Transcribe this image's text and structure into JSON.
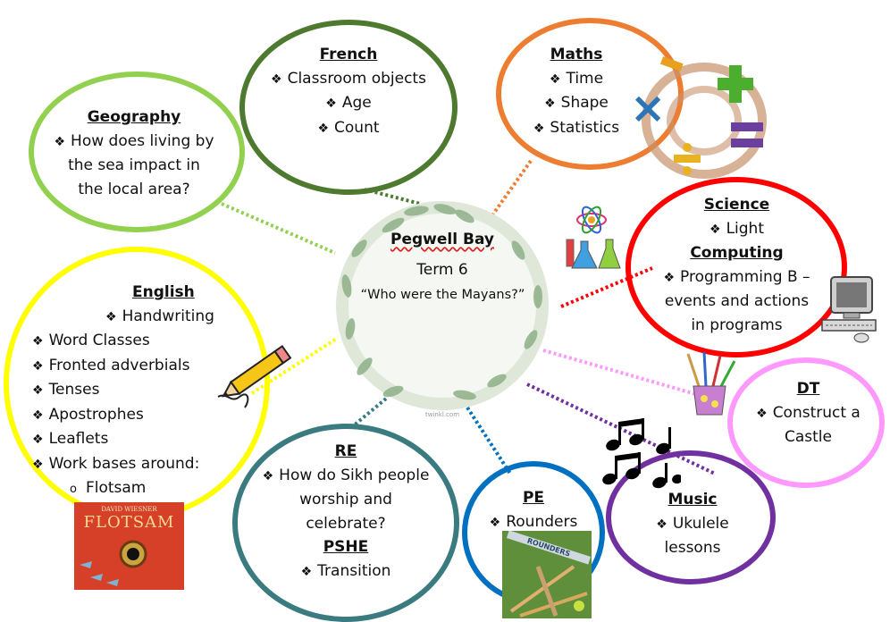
{
  "center": {
    "title": "Pegwell Bay",
    "term": "Term 6",
    "question": "“Who were the Mayans?”",
    "credit": "twinkl.com"
  },
  "french": {
    "title": "French",
    "items": [
      "Classroom objects",
      "Age",
      "Count"
    ],
    "color": "#4e7a2f"
  },
  "maths": {
    "title": "Maths",
    "items": [
      "Time",
      "Shape",
      "Statistics"
    ],
    "color": "#ed7d31"
  },
  "geography": {
    "title": "Geography",
    "items": [
      "How does living by",
      "the sea impact in",
      "the local area?"
    ],
    "color": "#92d050"
  },
  "science": {
    "title": "Science",
    "items": [
      "Light"
    ],
    "color": "#ff0000"
  },
  "computing": {
    "title": "Computing",
    "items": [
      "Programming B –",
      "events and actions",
      "in programs"
    ]
  },
  "english": {
    "title": "English",
    "items": [
      "Handwriting",
      "Word Classes",
      "Fronted adverbials",
      "Tenses",
      "Apostrophes",
      "Leaflets",
      "Work bases around:"
    ],
    "subitem": "Flotsam",
    "color": "#ffff00"
  },
  "dt": {
    "title": "DT",
    "items": [
      "Construct a",
      "Castle"
    ],
    "color": "#ff99ff"
  },
  "re": {
    "title": "RE",
    "items": [
      "How do Sikh people",
      "worship and",
      "celebrate?"
    ],
    "color": "#3a7b80"
  },
  "pshe": {
    "title": "PSHE",
    "items": [
      "Transition"
    ]
  },
  "pe": {
    "title": "PE",
    "items": [
      "Rounders"
    ],
    "color": "#0070c0"
  },
  "music": {
    "title": "Music",
    "items": [
      "Ukulele",
      "lessons"
    ],
    "color": "#7030a0"
  },
  "book": {
    "author": "DAVID WIESNER",
    "title": "FLOTSAM"
  },
  "rounders_sign": "ROUNDERS"
}
